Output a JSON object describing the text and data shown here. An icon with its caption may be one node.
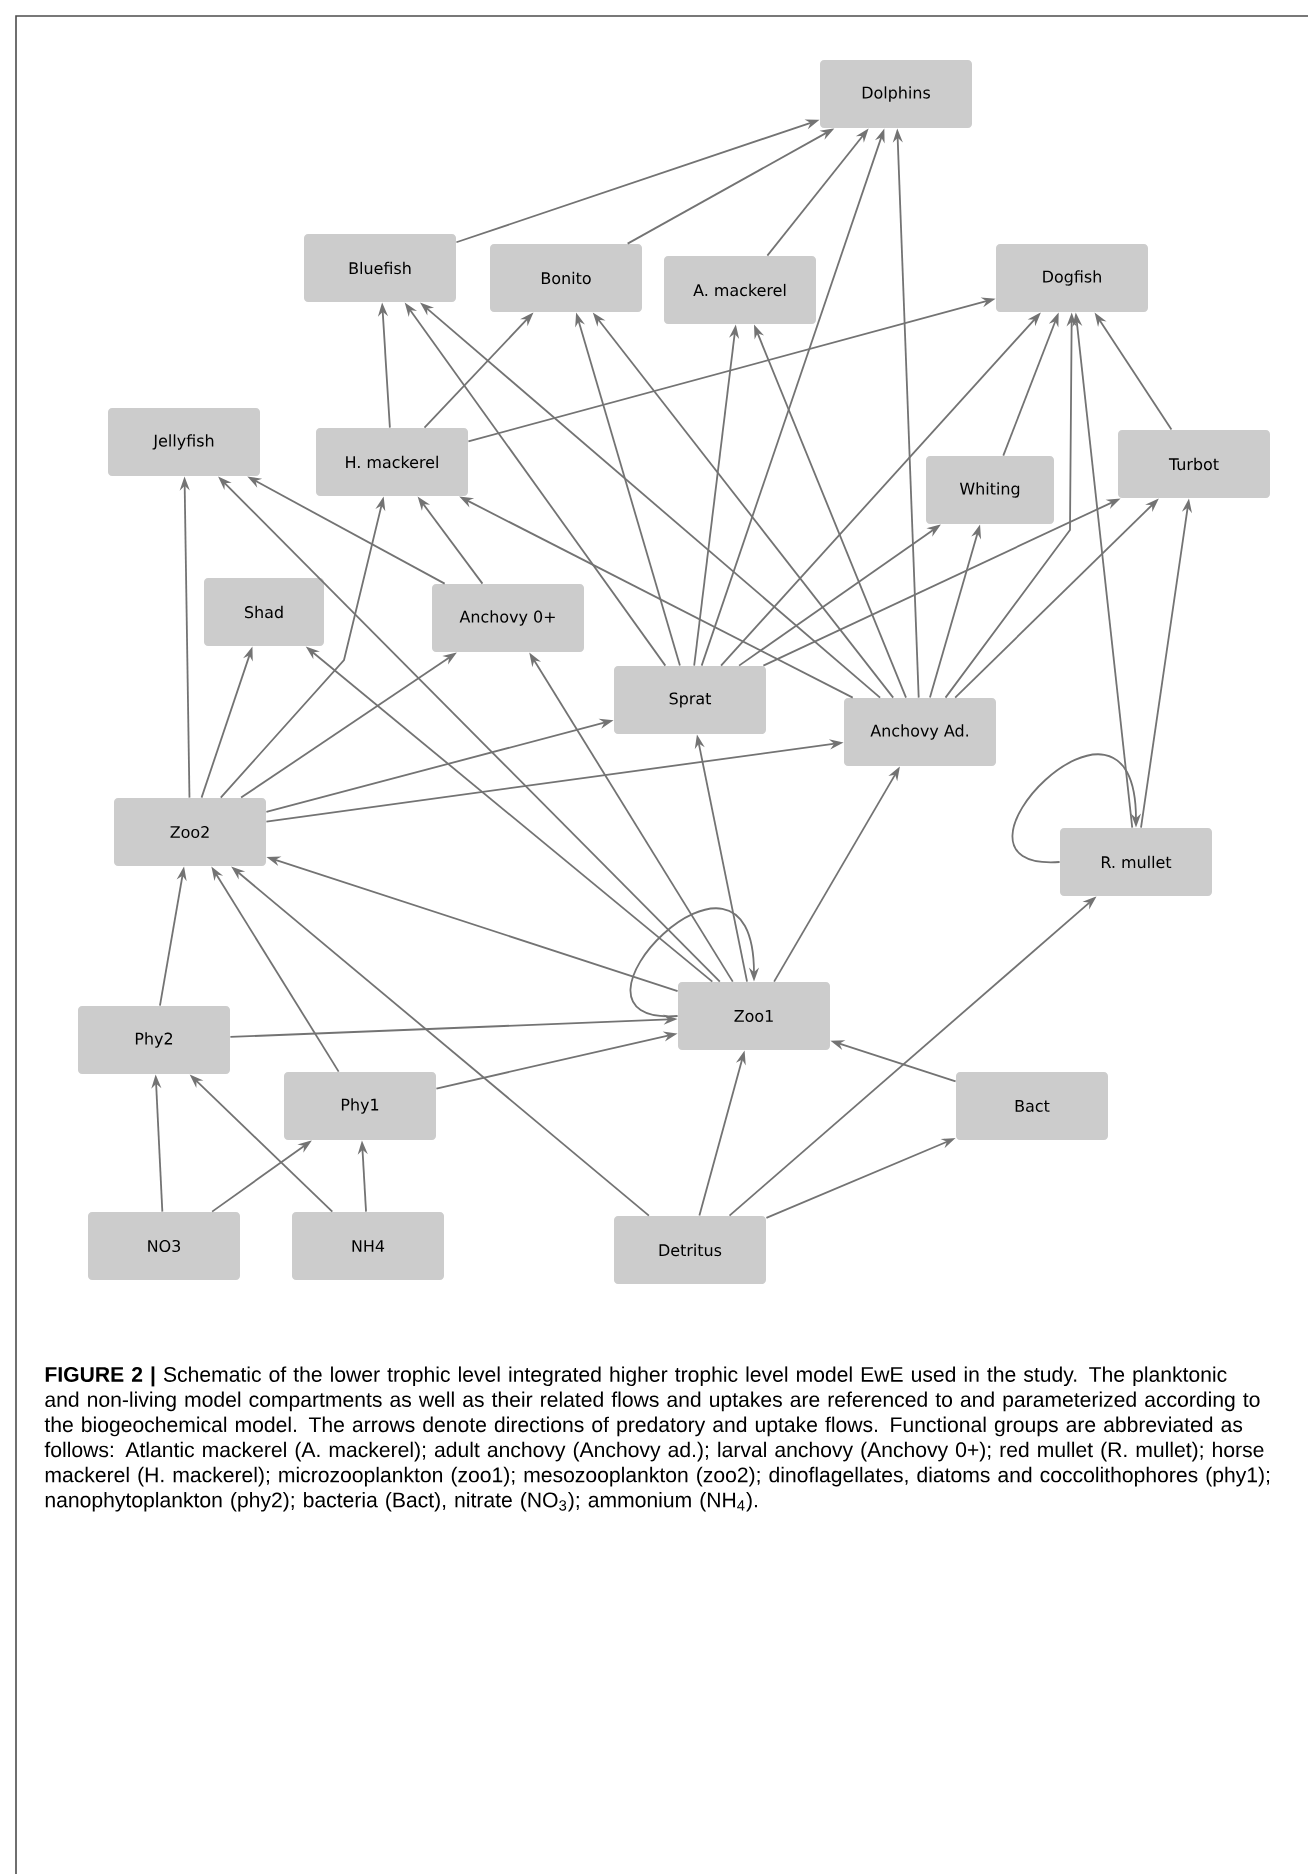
{
  "diagram": {
    "caption": "**FIGURE 2 |** Schematic of the lower trophic level integrated higher trophic level model EwE used in the study. The planktonic and non-living model compartments as well as their related flows and uptakes are referenced to and parameterized according to the biogeochemical model. The arrows denote directions of predatory and uptake flows. Functional groups are abbreviated as follows: Atlantic mackerel (A. mackerel); adult anchovy (Anchovy ad.); larval anchovy (Anchovy 0+); red mullet (R. mullet); horse mackerel (H. mackerel); microzooplankton (zoo1); mesozooplankton (zoo2); dinoflagellates, diatoms and coccolithophores (phy1); nanophytoplankton (phy2); bacteria (Bact), nitrate (NO$_{3}$); ammonium (NH$_{4}$).",
    "nodes": [
      {
        "text": [
          "Dolphins"
        ]
      },
      {
        "text": [
          "Bluefish"
        ]
      },
      {
        "text": [
          "Bonito"
        ]
      },
      {
        "text": [
          "A. mackerel"
        ]
      },
      {
        "text": [
          "Dogfish"
        ]
      },
      {
        "text": [
          "Jellyfish"
        ]
      },
      {
        "text": [
          "H. mackerel"
        ]
      },
      {
        "text": [
          "Whiting"
        ]
      },
      {
        "text": [
          "Turbot"
        ]
      },
      {
        "text": [
          "Shad"
        ]
      },
      {
        "text": [
          "Anchovy 0+"
        ]
      },
      {
        "text": [
          "Sprat"
        ]
      },
      {
        "text": [
          "Anchovy Ad."
        ]
      },
      {
        "text": [
          "Zoo2"
        ]
      },
      {
        "text": [
          "R. mullet"
        ]
      },
      {
        "text": [
          "Zoo1"
        ]
      },
      {
        "text": [
          "Phy2"
        ]
      },
      {
        "text": [
          "Phy1"
        ]
      },
      {
        "text": [
          "Bact"
        ]
      },
      {
        "text": [
          "NO3"
        ]
      },
      {
        "text": [
          "NH4"
        ]
      },
      {
        "text": [
          "Detritus"
        ]
      }
    ],
    "edges": [
      {
        "from": 1,
        "to": 0,
        "arrow": "to"
      },
      {
        "from": 2,
        "to": 0,
        "arrow": "to"
      },
      {
        "from": 3,
        "to": 0,
        "arrow": "to"
      },
      {
        "from": 11,
        "to": 0,
        "arrow": "to"
      },
      {
        "from": 12,
        "to": 0,
        "arrow": "to"
      },
      {
        "from": 6,
        "to": 1,
        "arrow": "to"
      },
      {
        "from": 6,
        "to": 2,
        "arrow": "to"
      },
      {
        "from": 6,
        "to": 4,
        "arrow": "to"
      },
      {
        "from": 11,
        "to": 1,
        "arrow": "to"
      },
      {
        "from": 12,
        "to": 1,
        "arrow": "to"
      },
      {
        "from": 11,
        "to": 2,
        "arrow": "to"
      },
      {
        "from": 12,
        "to": 2,
        "arrow": "to"
      },
      {
        "from": 11,
        "to": 3,
        "arrow": "to"
      },
      {
        "from": 12,
        "to": 3,
        "arrow": "to"
      },
      {
        "from": 7,
        "to": 4,
        "arrow": "to"
      },
      {
        "from": 11,
        "to": 4,
        "arrow": "to"
      },
      {
        "from": 12,
        "to": 4,
        "arrow": "to"
      },
      {
        "from": 14,
        "to": 4,
        "arrow": "to"
      },
      {
        "from": 8,
        "to": 4,
        "arrow": "to"
      },
      {
        "from": 13,
        "to": 5,
        "arrow": "to"
      },
      {
        "from": 15,
        "to": 5,
        "arrow": "to"
      },
      {
        "from": 10,
        "to": 5,
        "arrow": "to"
      },
      {
        "from": 13,
        "to": 6,
        "arrow": "to"
      },
      {
        "from": 10,
        "to": 6,
        "arrow": "to"
      },
      {
        "from": 12,
        "to": 6,
        "arrow": "to"
      },
      {
        "from": 11,
        "to": 7,
        "arrow": "to"
      },
      {
        "from": 12,
        "to": 7,
        "arrow": "to"
      },
      {
        "from": 11,
        "to": 8,
        "arrow": "to"
      },
      {
        "from": 12,
        "to": 8,
        "arrow": "to"
      },
      {
        "from": 14,
        "to": 8,
        "arrow": "to"
      },
      {
        "from": 13,
        "to": 9,
        "arrow": "to"
      },
      {
        "from": 15,
        "to": 9,
        "arrow": "to"
      },
      {
        "from": 13,
        "to": 10,
        "arrow": "to"
      },
      {
        "from": 15,
        "to": 10,
        "arrow": "to"
      },
      {
        "from": 13,
        "to": 11,
        "arrow": "to"
      },
      {
        "from": 15,
        "to": 11,
        "arrow": "to"
      },
      {
        "from": 13,
        "to": 12,
        "arrow": "to"
      },
      {
        "from": 15,
        "to": 12,
        "arrow": "to"
      },
      {
        "from": 14,
        "to": 14,
        "arrow": "to"
      },
      {
        "from": 21,
        "to": 14,
        "arrow": "to"
      },
      {
        "from": 15,
        "to": 15,
        "arrow": "to"
      },
      {
        "from": 15,
        "to": 13,
        "arrow": "to"
      },
      {
        "from": 16,
        "to": 15,
        "arrow": "to"
      },
      {
        "from": 17,
        "to": 15,
        "arrow": "to"
      },
      {
        "from": 18,
        "to": 15,
        "arrow": "to"
      },
      {
        "from": 21,
        "to": 15,
        "arrow": "to"
      },
      {
        "from": 21,
        "to": 18,
        "arrow": "to"
      },
      {
        "from": 16,
        "to": 13,
        "arrow": "to"
      },
      {
        "from": 17,
        "to": 13,
        "arrow": "to"
      },
      {
        "from": 21,
        "to": 13,
        "arrow": "to"
      },
      {
        "from": 19,
        "to": 16,
        "arrow": "to"
      },
      {
        "from": 20,
        "to": 16,
        "arrow": "to"
      },
      {
        "from": 19,
        "to": 17,
        "arrow": "to"
      },
      {
        "from": 20,
        "to": 17,
        "arrow": "to"
      }
    ]
  }
}
